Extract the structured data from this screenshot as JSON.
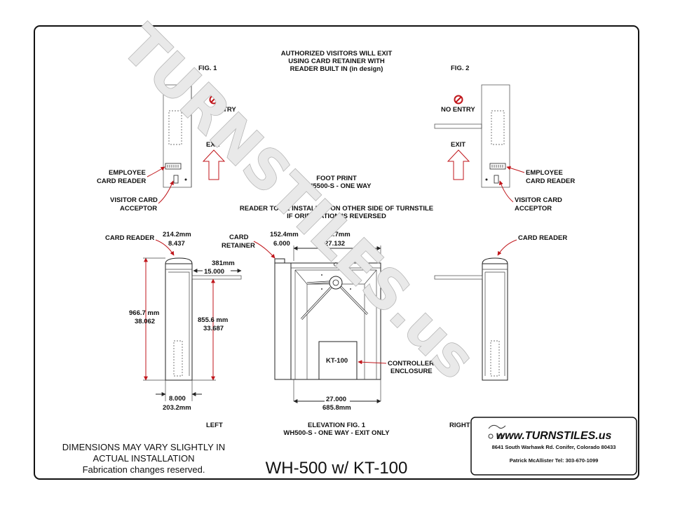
{
  "watermark": "TURNSTILES.us",
  "header_note": [
    "AUTHORIZED VISITORS WILL EXIT",
    "USING CARD RETAINER WITH",
    "READER BUILT IN (in design)"
  ],
  "fig1": {
    "title": "FIG.  1",
    "no_entry": "NO ENTRY",
    "exit": "EXIT",
    "employee_reader": [
      "EMPLOYEE",
      "CARD READER"
    ],
    "visitor_acceptor": [
      "VISITOR CARD",
      "ACCEPTOR"
    ]
  },
  "fig2": {
    "title": "FIG.  2",
    "no_entry": "NO ENTRY",
    "exit": "EXIT",
    "employee_reader": [
      "EMPLOYEE",
      "CARD READER"
    ],
    "visitor_acceptor": [
      "VISITOR CARD",
      "ACCEPTOR"
    ]
  },
  "footprint": [
    "FOOT PRINT",
    "WH5500-S - ONE WAY"
  ],
  "reader_note": [
    "READER TO BE INSTALLED ON OTHER SIDE OF TURNSTILE",
    "IF ORIENTATION IS REVERSED"
  ],
  "left_view": {
    "card_reader": "CARD READER",
    "top_width": [
      "214.2mm",
      "8.437"
    ],
    "arm_length": [
      "381mm",
      "15.000"
    ],
    "height": [
      "966.7 mm",
      "38.062"
    ],
    "inner_height": [
      "855.6 mm",
      "33.687"
    ],
    "base_width": [
      "8.000",
      "203.2mm"
    ],
    "caption": "LEFT"
  },
  "elevation": {
    "card_retainer": [
      "CARD",
      "RETAINER"
    ],
    "left_width": [
      "152.4mm",
      "6.000"
    ],
    "top_width": [
      "693.7mm",
      "27.132"
    ],
    "controller_box": "KT-100",
    "controller_label": [
      "CONTROLLER",
      "ENCLOSURE"
    ],
    "base_width": [
      "27.000",
      "685.8mm"
    ],
    "caption": [
      "ELEVATION FIG. 1",
      "WH500-S - ONE WAY - EXIT ONLY"
    ]
  },
  "right_view": {
    "card_reader": "CARD READER",
    "caption": "RIGHT"
  },
  "disclaimer": [
    "DIMENSIONS MAY VARY SLIGHTLY IN",
    "ACTUAL INSTALLATION",
    "Fabrication changes reserved."
  ],
  "main_title": "WH-500 w/ KT-100",
  "title_block": {
    "logo": "www.TURNSTILES.us",
    "address": "8641 South Warhawk Rd. Conifer, Colorado 80433",
    "contact": "Patrick McAllister  Tel: 303-670-1099"
  },
  "colors": {
    "accent_red": "#c0161b",
    "ink": "#111111",
    "watermark": "#e9e9e9"
  }
}
